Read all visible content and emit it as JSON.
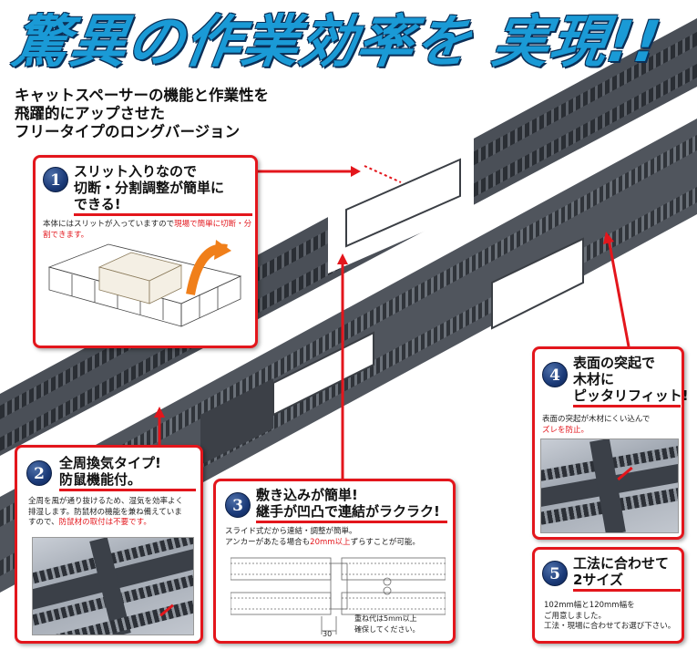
{
  "headline": "驚異の作業効率を 実現!!",
  "subhead": {
    "line1": "キャットスペーサーの機能と作業性を",
    "line2": "飛躍的にアップさせた",
    "line3": "フリータイプのロングバージョン"
  },
  "features": [
    {
      "number": "1",
      "title_line1": "スリット入りなので",
      "title_line2": "切断・分割調整が簡単に",
      "title_line3": "できる!",
      "text_normal": "本体にはスリットが入っていますので",
      "text_red": "現場で簡単に切断・分割できます。"
    },
    {
      "number": "2",
      "title_line1": "全周換気タイプ!",
      "title_line2": "防鼠機能付。",
      "text_line1": "全周を風が通り抜けるため、湿気を効率よく",
      "text_line2": "排湿します。防鼠材の機能を兼ね備えていま",
      "text_line3": "すので、",
      "text_red": "防鼠材の取付は不要です。"
    },
    {
      "number": "3",
      "title_line1": "敷き込みが簡単!",
      "title_line2": "継手が凹凸で連結がラクラク!",
      "text_line1": "スライド式だから連結・調整が簡単。",
      "text_line2a": "アンカーがあたる場合も",
      "text_red": "20mm以上",
      "text_line2b": "ずらすことが可能。",
      "diagram_note1": "重ね代は5mm以上",
      "diagram_note2": "確保してください。",
      "diagram_dim": "30"
    },
    {
      "number": "4",
      "title_line1": "表面の突起で",
      "title_line2": "木材に",
      "title_line3": "ピッタリフィット!",
      "text_line1": "表面の突起が木材にくい込んで",
      "text_red": "ズレを防止。"
    },
    {
      "number": "5",
      "title_line1": "工法に合わせて",
      "title_line2": "2サイズ",
      "text_line1": "102mm幅と120mm幅を",
      "text_line2": "ご用意しました。",
      "text_line3": "工法・現場に合わせてお選び下さい。"
    }
  ],
  "colors": {
    "headline_blue": "#1a9ad6",
    "accent_red": "#e3161c",
    "number_badge_navy": "#1b3a78",
    "product_gray": "#3b4048"
  }
}
